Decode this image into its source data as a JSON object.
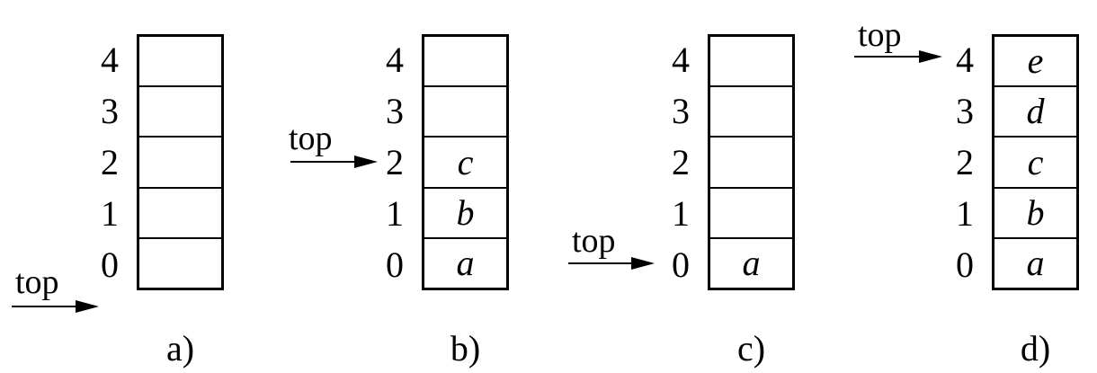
{
  "figure": {
    "description": "Array-based stack shown in four states",
    "colors": {
      "line": "#000000",
      "background": "#ffffff"
    },
    "stacks": [
      {
        "id": "a",
        "caption": "a)",
        "pointer_label": "top",
        "top_points_to_index": -1,
        "indices": [
          "4",
          "3",
          "2",
          "1",
          "0"
        ],
        "cells": [
          "",
          "",
          "",
          "",
          ""
        ]
      },
      {
        "id": "b",
        "caption": "b)",
        "pointer_label": "top",
        "top_points_to_index": 2,
        "indices": [
          "4",
          "3",
          "2",
          "1",
          "0"
        ],
        "cells": [
          "",
          "",
          "c",
          "b",
          "a"
        ]
      },
      {
        "id": "c",
        "caption": "c)",
        "pointer_label": "top",
        "top_points_to_index": 0,
        "indices": [
          "4",
          "3",
          "2",
          "1",
          "0"
        ],
        "cells": [
          "",
          "",
          "",
          "",
          "a"
        ]
      },
      {
        "id": "d",
        "caption": "d)",
        "pointer_label": "top",
        "top_points_to_index": 4,
        "indices": [
          "4",
          "3",
          "2",
          "1",
          "0"
        ],
        "cells": [
          "e",
          "d",
          "c",
          "b",
          "a"
        ]
      }
    ]
  }
}
